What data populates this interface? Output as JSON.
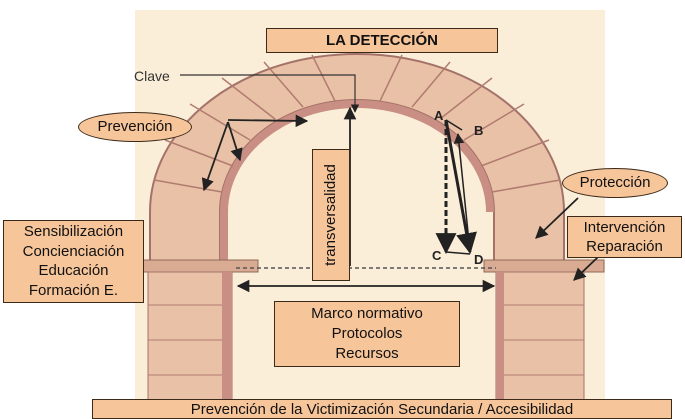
{
  "title": "LA DETECCIÓN",
  "keystone_label": "Clave",
  "vertical_label": "transversalidad",
  "point_labels": {
    "a": "A",
    "b": "B",
    "c": "C",
    "d": "D"
  },
  "ovals": {
    "left": "Prevención",
    "right": "Protección"
  },
  "left_list": [
    "Sensibilización",
    "Concienciación",
    "Educación",
    "Formación E."
  ],
  "right_box": [
    "Intervención",
    "Reparación"
  ],
  "center_box": [
    "Marco normativo",
    "Protocolos",
    "Recursos"
  ],
  "bottom_banner": "Prevención de la Victimización Secundaria / Accesibilidad",
  "colors": {
    "box_fill": "#f7c59a",
    "stone": "#e9c1a6",
    "stone_shadow": "#c98e84",
    "paper": "#fbeed8"
  }
}
